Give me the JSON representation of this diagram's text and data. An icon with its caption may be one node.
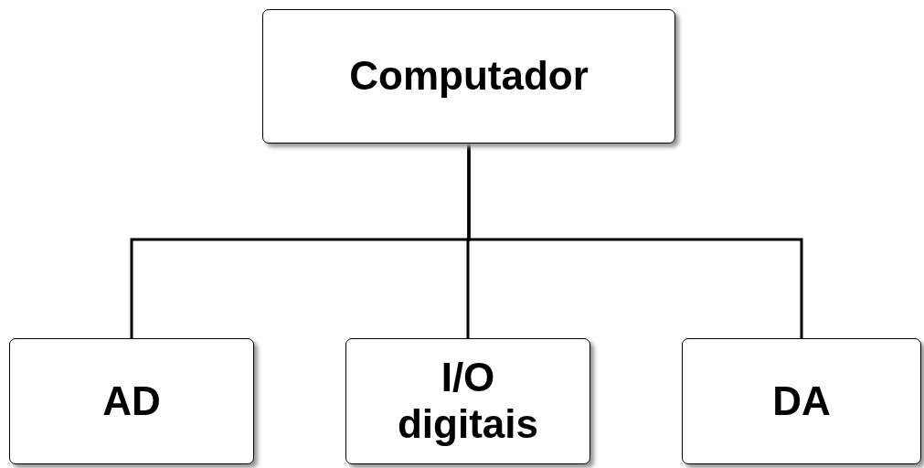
{
  "diagram": {
    "nodes": [
      {
        "text": [
          "Computador"
        ]
      },
      {
        "text": [
          "AD"
        ]
      },
      {
        "text": [
          "I/O digitais"
        ]
      },
      {
        "text": [
          "DA"
        ]
      }
    ],
    "edges": [
      {
        "from": 0,
        "to": 1,
        "arrow": "none"
      },
      {
        "from": 0,
        "to": 2,
        "arrow": "none"
      },
      {
        "from": 0,
        "to": 3,
        "arrow": "none"
      }
    ]
  }
}
